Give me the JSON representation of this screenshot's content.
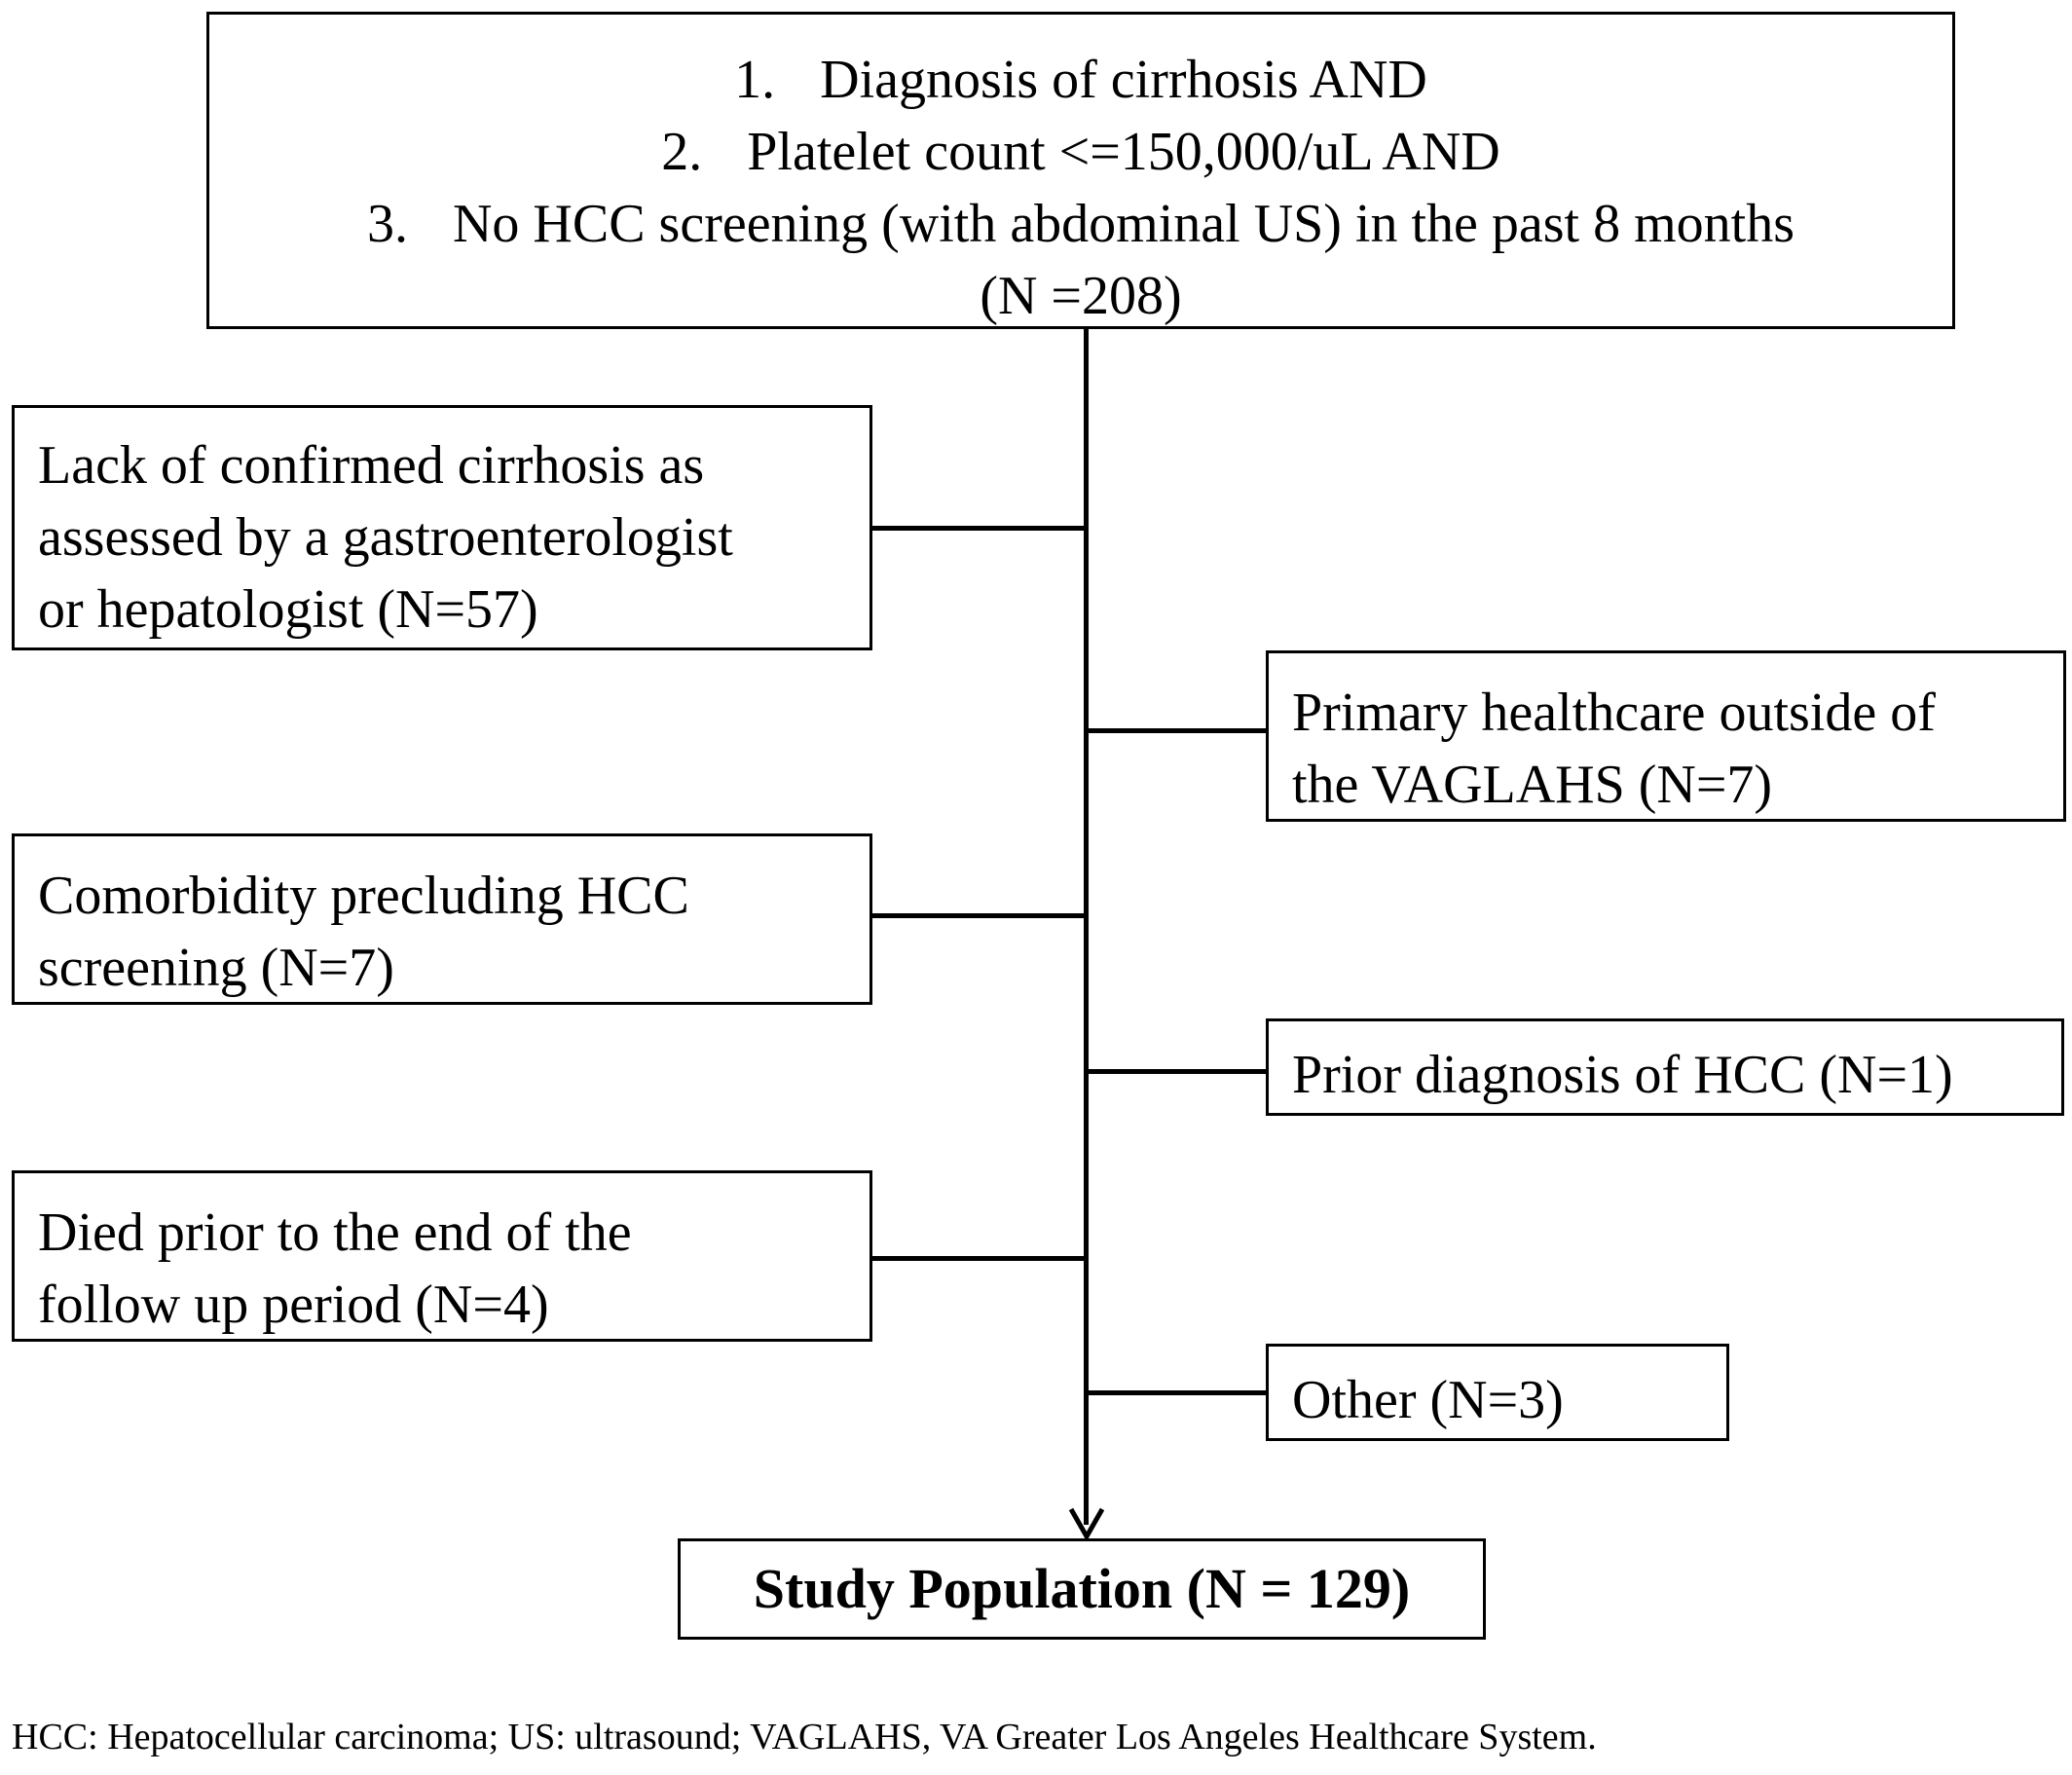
{
  "top_box": {
    "criteria": [
      {
        "num": "1.",
        "text": "Diagnosis of cirrhosis AND"
      },
      {
        "num": "2.",
        "text": "Platelet count <=150,000/uL AND"
      },
      {
        "num": "3.",
        "text": "No HCC screening (with abdominal US) in the past 8 months"
      }
    ],
    "n": "(N =208)"
  },
  "exclusions_left": [
    {
      "lines": [
        "Lack of confirmed cirrhosis as",
        "assessed by a gastroenterologist",
        "or hepatologist (N=57)"
      ]
    },
    {
      "lines": [
        "Comorbidity precluding HCC",
        "screening (N=7)"
      ]
    },
    {
      "lines": [
        "Died prior to the end of the",
        "follow up period (N=4)"
      ]
    }
  ],
  "exclusions_right": [
    {
      "lines": [
        "Primary healthcare outside of",
        "the VAGLAHS (N=7)"
      ]
    },
    {
      "lines": [
        "Prior diagnosis of HCC (N=1)"
      ]
    },
    {
      "lines": [
        "Other (N=3)"
      ]
    }
  ],
  "study_population": "Study Population (N = 129)",
  "footnote": "HCC: Hepatocellular carcinoma; US: ultrasound; VAGLAHS, VA Greater Los Angeles Healthcare System."
}
